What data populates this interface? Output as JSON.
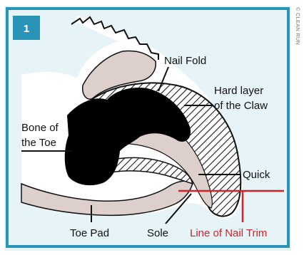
{
  "figure": {
    "number": "1",
    "credit": "© CLEAN RUN"
  },
  "labels": {
    "nail_fold": "Nail Fold",
    "hard_layer_line1": "Hard layer",
    "hard_layer_line2": "of the Claw",
    "bone_line1": "Bone of",
    "bone_line2": "the Toe",
    "quick": "Quick",
    "toe_pad": "Toe Pad",
    "sole": "Sole",
    "nail_trim": "Line of Nail Trim"
  },
  "colors": {
    "panel_bg": "#e6f3f7",
    "frame": "#2a93b8",
    "badge": "#2a93b8",
    "tissue": "#dccfcc",
    "bone": "#000000",
    "trim_line": "#d0242c",
    "ink": "#111111"
  }
}
